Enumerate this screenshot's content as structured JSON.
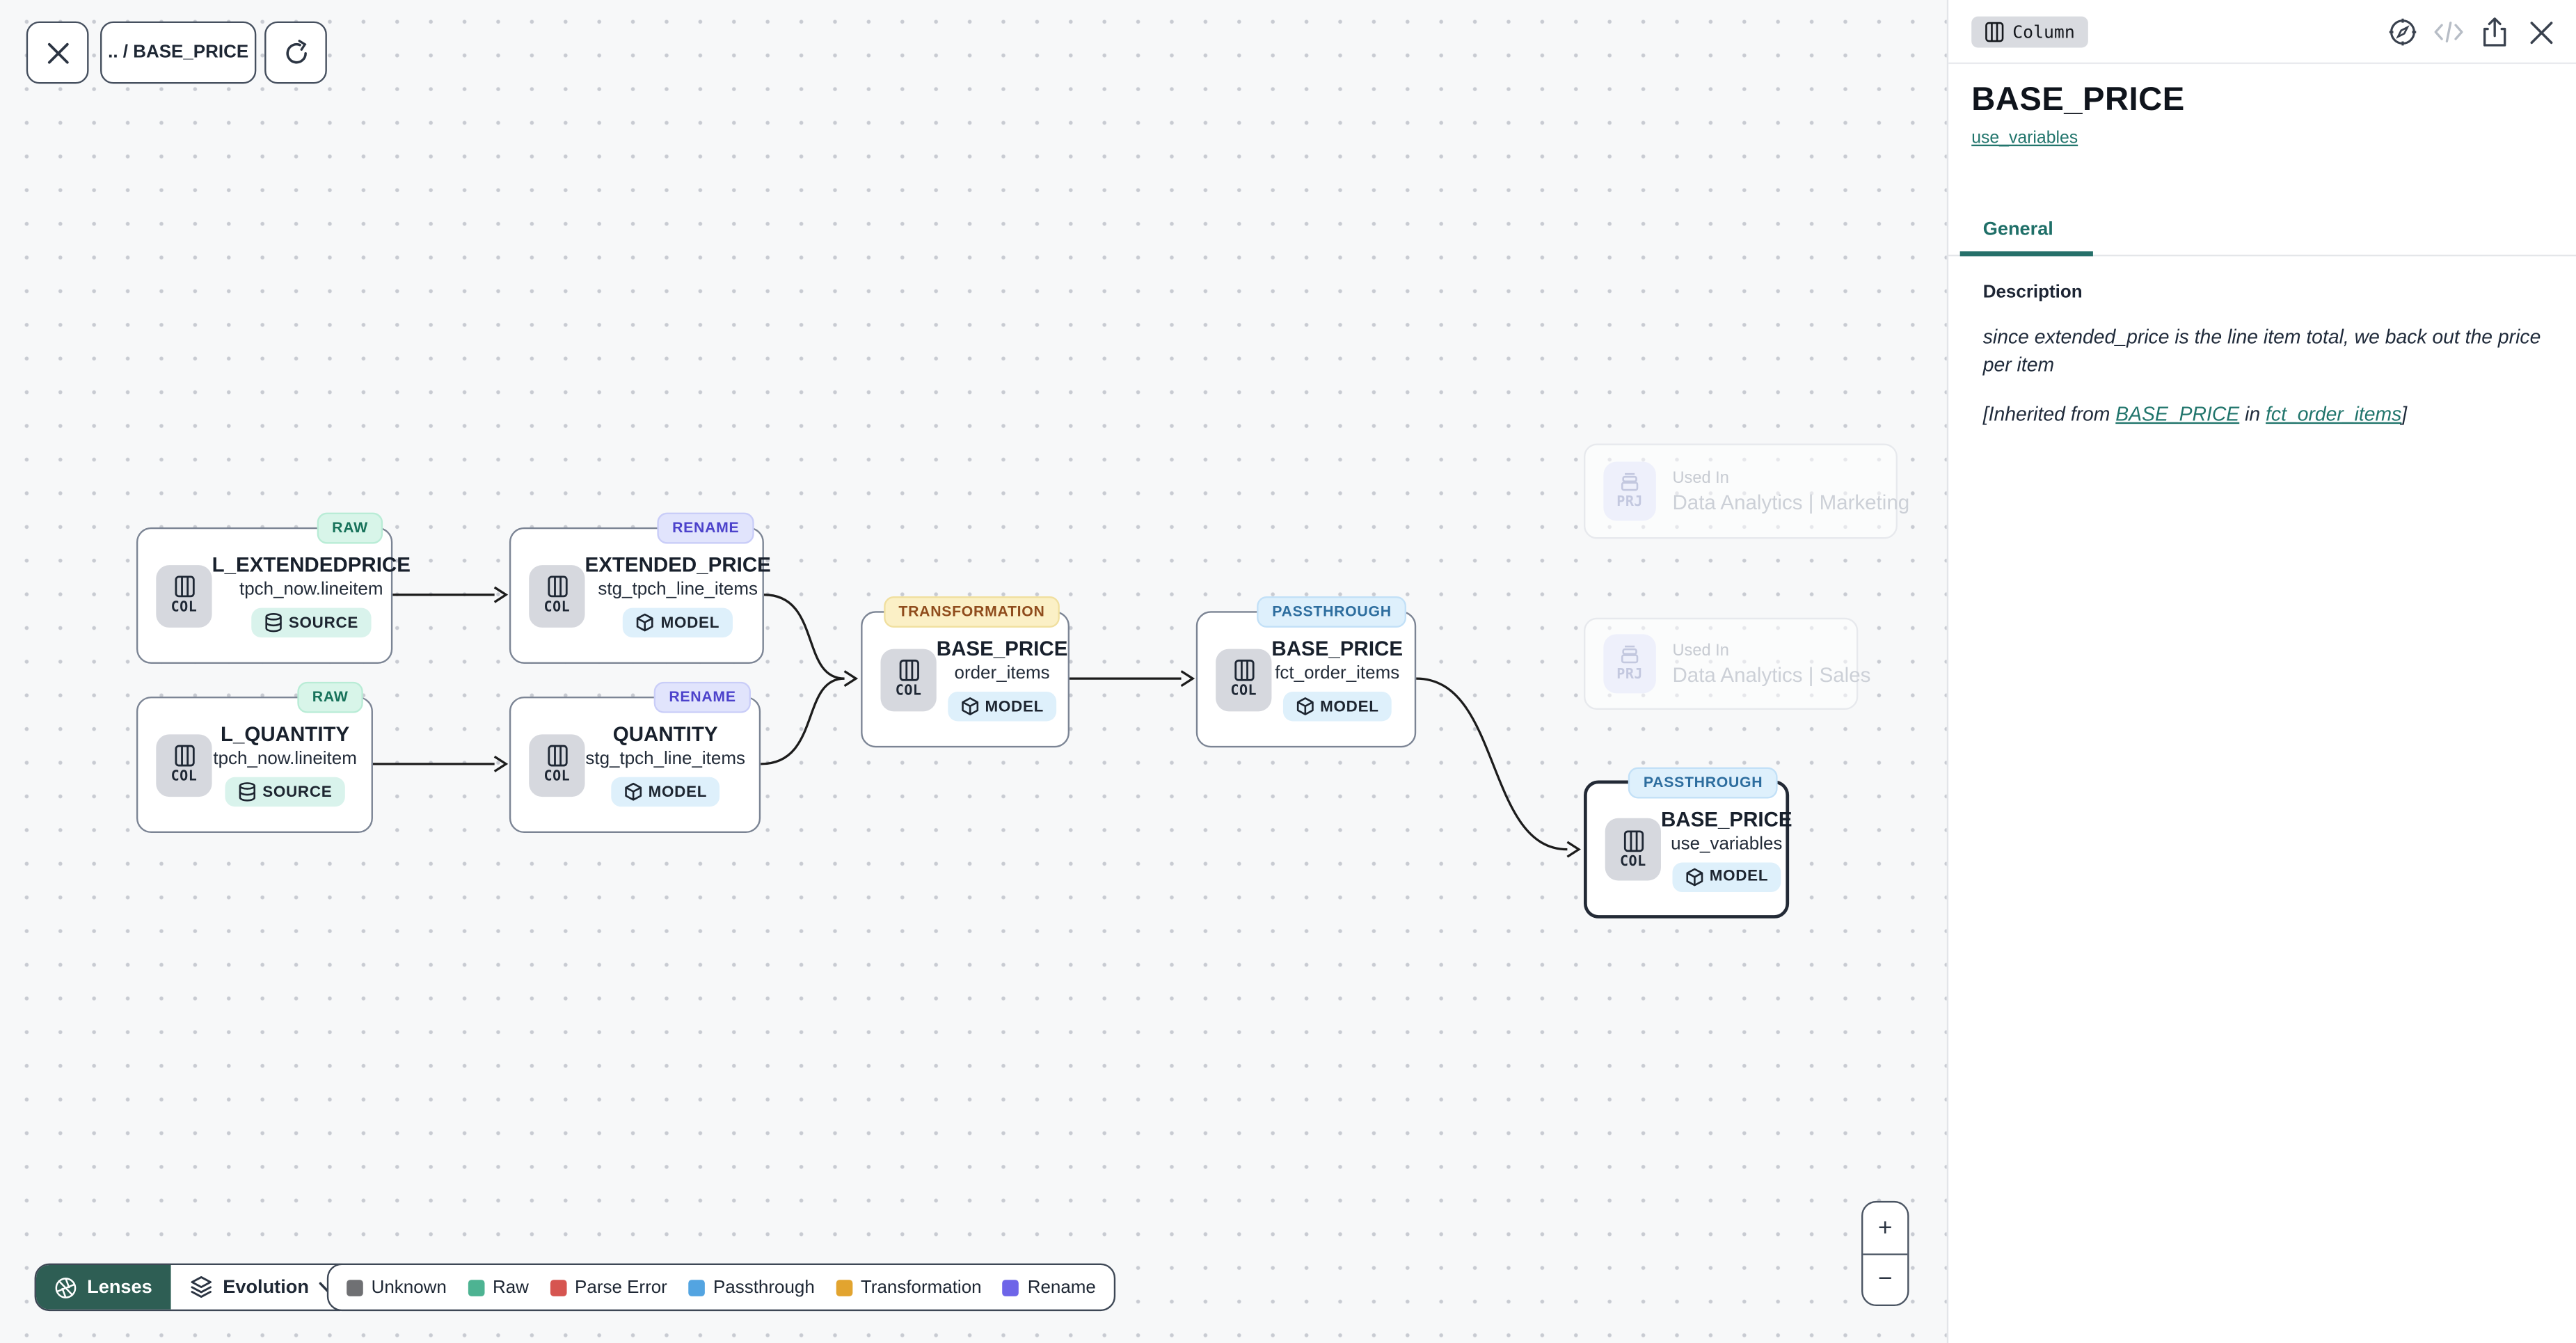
{
  "toolbar": {
    "breadcrumb": ".. / BASE_PRICE"
  },
  "canvas": {
    "nodes": [
      {
        "id": "l_extendedprice",
        "badge": "RAW",
        "badge_type": "raw",
        "chip_label": "COL",
        "title": "L_EXTENDEDPRICE",
        "subtitle": "tpch_now.lineitem",
        "kind": "SOURCE"
      },
      {
        "id": "extended_price",
        "badge": "RENAME",
        "badge_type": "rename",
        "chip_label": "COL",
        "title": "EXTENDED_PRICE",
        "subtitle": "stg_tpch_line_items",
        "kind": "MODEL"
      },
      {
        "id": "l_quantity",
        "badge": "RAW",
        "badge_type": "raw",
        "chip_label": "COL",
        "title": "L_QUANTITY",
        "subtitle": "tpch_now.lineitem",
        "kind": "SOURCE"
      },
      {
        "id": "quantity",
        "badge": "RENAME",
        "badge_type": "rename",
        "chip_label": "COL",
        "title": "QUANTITY",
        "subtitle": "stg_tpch_line_items",
        "kind": "MODEL"
      },
      {
        "id": "base_price_order_items",
        "badge": "TRANSFORMATION",
        "badge_type": "transformation",
        "chip_label": "COL",
        "title": "BASE_PRICE",
        "subtitle": "order_items",
        "kind": "MODEL"
      },
      {
        "id": "base_price_fct_order_items",
        "badge": "PASSTHROUGH",
        "badge_type": "passthrough",
        "chip_label": "COL",
        "title": "BASE_PRICE",
        "subtitle": "fct_order_items",
        "kind": "MODEL"
      },
      {
        "id": "base_price_use_variables",
        "badge": "PASSTHROUGH",
        "badge_type": "passthrough",
        "chip_label": "COL",
        "title": "BASE_PRICE",
        "subtitle": "use_variables",
        "kind": "MODEL",
        "selected": true
      }
    ],
    "ghost_nodes": [
      {
        "id": "used_in_marketing",
        "chip_label": "PRJ",
        "used_in_label": "Used In",
        "project": "Data Analytics | Marketing"
      },
      {
        "id": "used_in_sales",
        "chip_label": "PRJ",
        "used_in_label": "Used In",
        "project": "Data Analytics | Sales"
      }
    ],
    "zoom_controls": {
      "zoom_in": "+",
      "zoom_out": "−"
    }
  },
  "lenses_bar": {
    "lenses_label": "Lenses",
    "selected_lens": "Evolution"
  },
  "legend": {
    "items": [
      {
        "label": "Unknown",
        "color": "#6f7073"
      },
      {
        "label": "Raw",
        "color": "#4db392"
      },
      {
        "label": "Parse Error",
        "color": "#d65550"
      },
      {
        "label": "Passthrough",
        "color": "#53a4e1"
      },
      {
        "label": "Transformation",
        "color": "#e2a42f"
      },
      {
        "label": "Rename",
        "color": "#6e65e8"
      }
    ]
  },
  "panel": {
    "type_chip": "Column",
    "title": "BASE_PRICE",
    "model_link": "use_variables",
    "tab_general": "General",
    "description": {
      "label": "Description",
      "text": "since extended_price is the line item total, we back out the price per item",
      "inherited_prefix": "[Inherited from ",
      "inherited_link_column": "BASE_PRICE",
      "inherited_middle": " in ",
      "inherited_link_model": "fct_order_items",
      "inherited_suffix": "]"
    }
  },
  "colors": {
    "accent_teal": "#21756c",
    "lenses_button_bg": "#2e5e54",
    "badge_raw_bg": "#d8f5e9",
    "badge_rename_bg": "#e1e4fc",
    "badge_transformation_bg": "#fbf0c6",
    "badge_passthrough_bg": "#def0fc",
    "source_pill_bg": "#d9f3ec",
    "model_pill_bg": "#def0fb"
  }
}
